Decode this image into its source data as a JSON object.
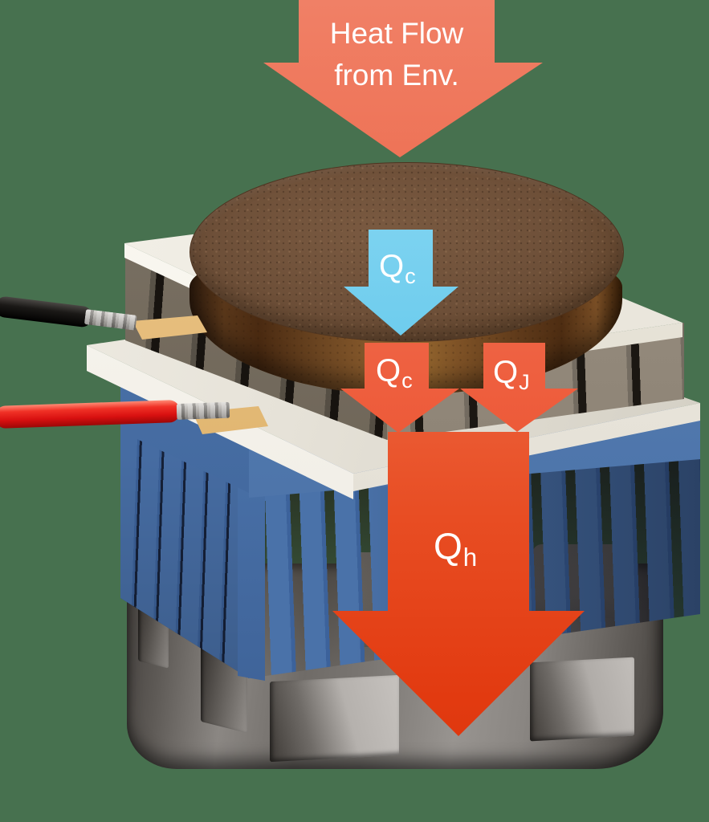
{
  "background_color": "#47714F",
  "labels": {
    "heat_flow": {
      "line1": "Heat Flow",
      "line2": "from Env."
    },
    "q_cold_upper": {
      "main": "Q",
      "sub": "c"
    },
    "q_cold_lower": {
      "main": "Q",
      "sub": "c"
    },
    "q_joule": {
      "main": "Q",
      "sub": "J"
    },
    "q_hot": {
      "main": "Q",
      "sub": "h"
    }
  },
  "colors": {
    "background": "#47714F",
    "arrow_red_light": "#F29179",
    "arrow_red_dark": "#E23A10",
    "arrow_blue_light": "#9ADFF5",
    "arrow_blue_dark": "#2AA7E0",
    "copper_disc_top": "#6E4F38",
    "copper_disc_side": "#8A5C2D",
    "ceramic_plate_white": "#F2EFE7",
    "pellet_gray": "#8D8375",
    "heatsink_blue": "#4A72A9",
    "heatsink_blue_dark": "#2F4F7D",
    "fan_housing_gray": "#7B7773",
    "wire_black": "#131110",
    "wire_red": "#E42018",
    "solder_pad_tan": "#E7BF82",
    "label_text": "#FFFFFF"
  },
  "components": {
    "thermal_load": "copper-thermal-mass-disc",
    "cooler": "thermoelectric-peltier-module",
    "heatsink": "blue-finned-heatsink",
    "fan": "fan-housing",
    "negative_lead": "black-wire",
    "positive_lead": "red-wire"
  }
}
